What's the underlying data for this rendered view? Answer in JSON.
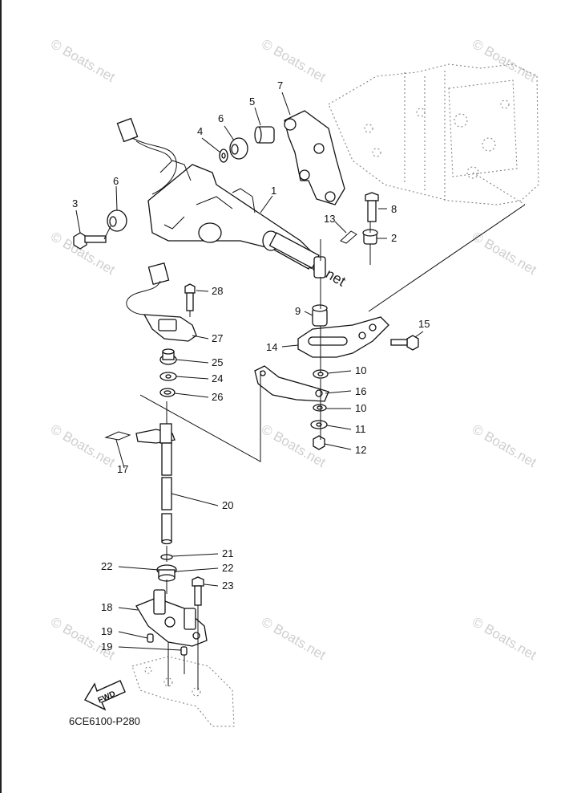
{
  "diagram_code": "6CE6100-P280",
  "watermark": "© Boats.net",
  "fwd_label": "FWD",
  "callouts": {
    "c1": "1",
    "c2": "2",
    "c3": "3",
    "c4": "4",
    "c5": "5",
    "c6a": "6",
    "c6b": "6",
    "c7": "7",
    "c8": "8",
    "c9": "9",
    "c10a": "10",
    "c10b": "10",
    "c11": "11",
    "c12": "12",
    "c13": "13",
    "c14": "14",
    "c15": "15",
    "c16": "16",
    "c17": "17",
    "c18": "18",
    "c19a": "19",
    "c19b": "19",
    "c20": "20",
    "c21": "21",
    "c22a": "22",
    "c22b": "22",
    "c23": "23",
    "c24": "24",
    "c25": "25",
    "c26": "26",
    "c27": "27",
    "c28": "28"
  }
}
